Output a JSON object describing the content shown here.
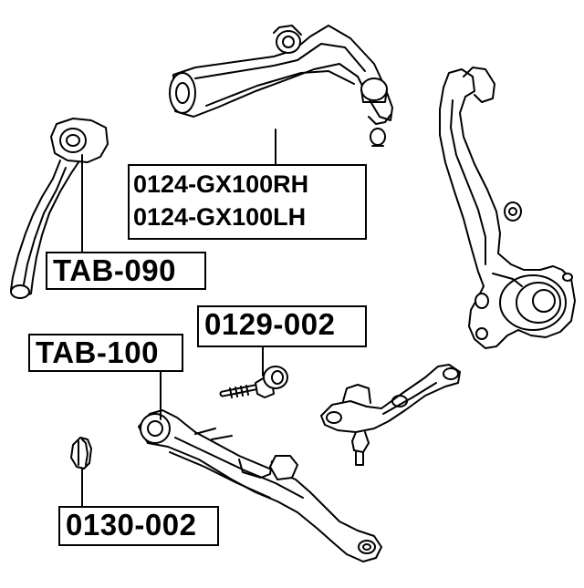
{
  "labels": {
    "tab_090": "TAB-090",
    "tab_100": "TAB-100",
    "part_0129": "0129-002",
    "part_0130": "0130-002",
    "part_gx100_rh": "0124-GX100RH",
    "part_gx100_lh": "0124-GX100LH"
  },
  "colors": {
    "line": "#000000",
    "background": "#ffffff"
  }
}
